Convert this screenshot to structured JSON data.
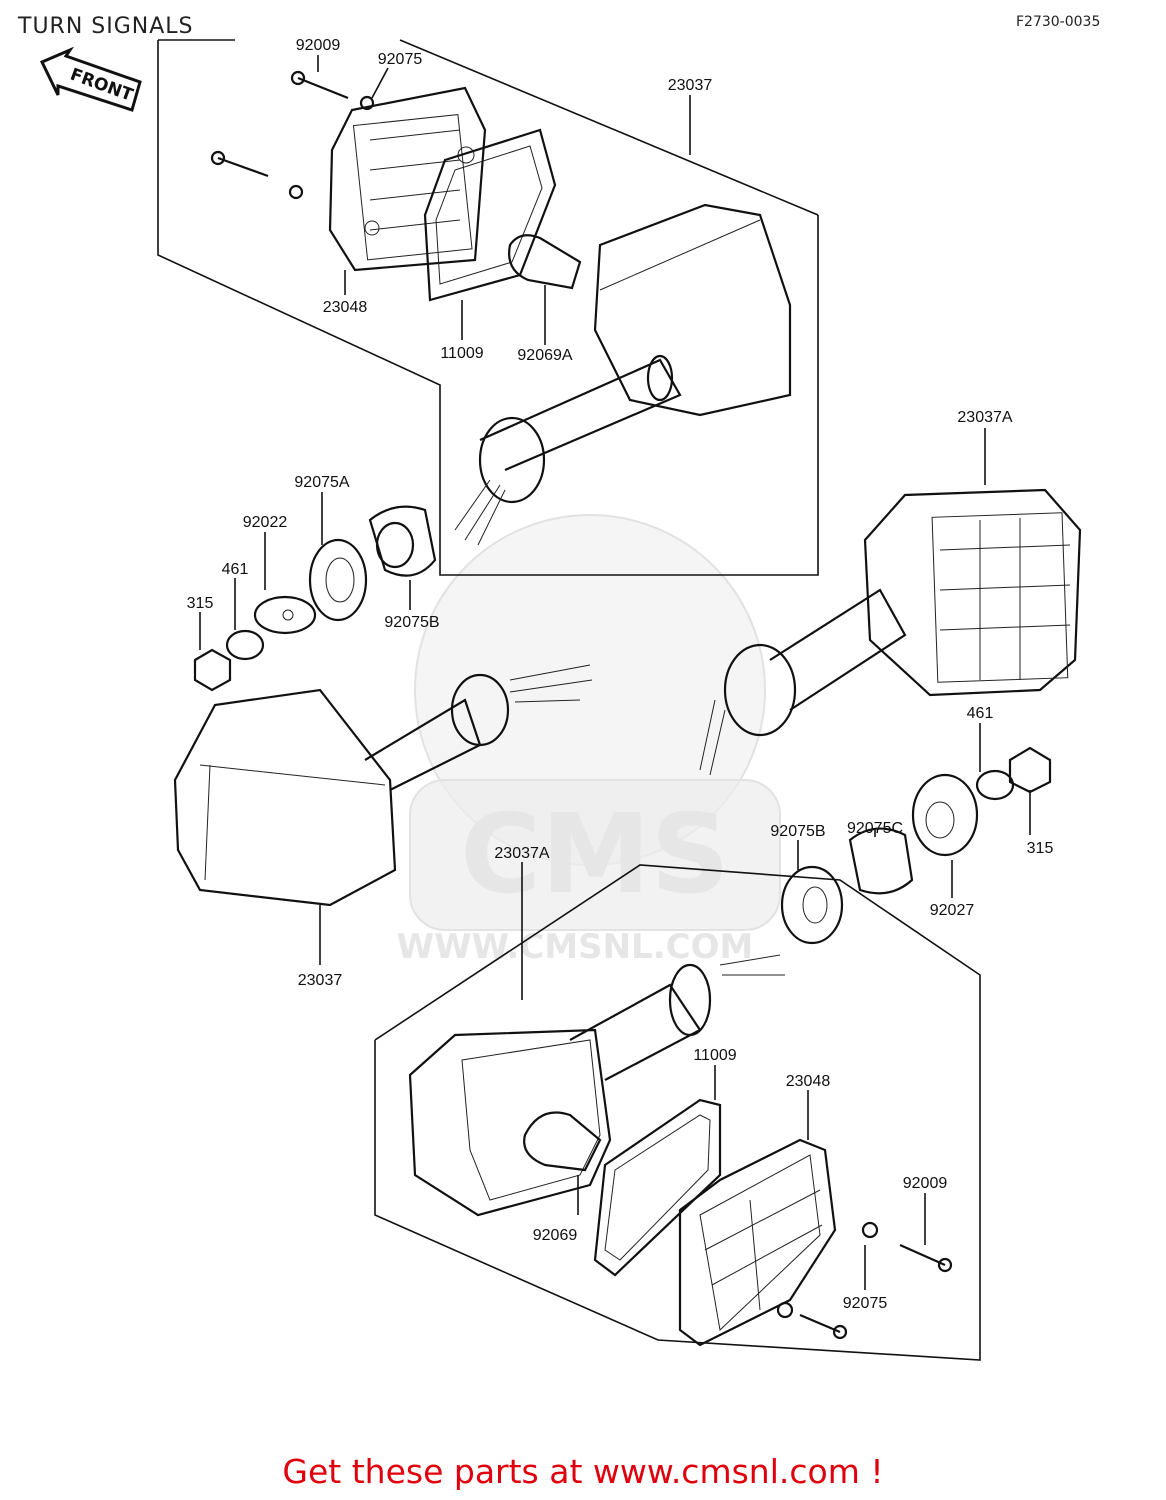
{
  "header": {
    "title": "TURN SIGNALS",
    "figure_code": "F2730-0035",
    "front_label": "FRONT"
  },
  "watermark": {
    "brand": "CMS",
    "url": "WWW.CMSNL.COM"
  },
  "footer": {
    "cta": "Get these parts at www.cmsnl.com !",
    "color": "#e0000d"
  },
  "callouts": [
    "92009",
    "92075",
    "23037",
    "23048",
    "11009",
    "92069A",
    "92075A",
    "92022",
    "461",
    "315",
    "92075B",
    "23037A",
    "461",
    "92075C",
    "315",
    "92075B",
    "92027",
    "23037A",
    "23037",
    "11009",
    "23048",
    "92009",
    "92069",
    "92075"
  ]
}
